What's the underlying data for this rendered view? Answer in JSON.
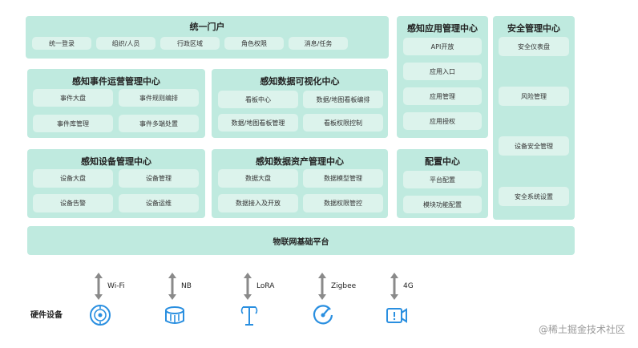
{
  "portal": {
    "title": "统一门户",
    "items": [
      "统一登录",
      "组织/人员",
      "行政区域",
      "角色权限",
      "消息/任务"
    ]
  },
  "event_center": {
    "title": "感知事件运营管理中心",
    "items": [
      "事件大盘",
      "事件规则编排",
      "事件库管理",
      "事件多端处置"
    ]
  },
  "visual_center": {
    "title": "感知数据可视化中心",
    "items": [
      "看板中心",
      "数据/地图看板编排",
      "数据/地图看板管理",
      "看板权限控制"
    ]
  },
  "device_center": {
    "title": "感知设备管理中心",
    "items": [
      "设备大盘",
      "设备管理",
      "设备告警",
      "设备运维"
    ]
  },
  "asset_center": {
    "title": "感知数据资产管理中心",
    "items": [
      "数据大盘",
      "数据模型管理",
      "数据接入及开放",
      "数据权限管控"
    ]
  },
  "app_center": {
    "title": "感知应用管理中心",
    "items": [
      "API开放",
      "应用入口",
      "应用管理",
      "应用授权"
    ]
  },
  "config_center": {
    "title": "配置中心",
    "items": [
      "平台配置",
      "模块功能配置"
    ]
  },
  "security_center": {
    "title": "安全管理中心",
    "items": [
      "安全仪表盘",
      "风险管理",
      "设备安全管理",
      "安全系统设置"
    ]
  },
  "platform": {
    "title": "物联网基础平台"
  },
  "hardware": {
    "label": "硬件设备",
    "protocols": [
      {
        "label": "Wi-Fi",
        "icon": "router-icon"
      },
      {
        "label": "NB",
        "icon": "meter-icon"
      },
      {
        "label": "LoRA",
        "icon": "antenna-icon"
      },
      {
        "label": "Zigbee",
        "icon": "gauge-icon"
      },
      {
        "label": "4G",
        "icon": "camera-icon"
      }
    ]
  },
  "watermark": "@稀土掘金技术社区",
  "colors": {
    "panel": "#bfeadf",
    "chip": "#dcf3ec",
    "icon": "#2a8fe0",
    "arrow": "#8a8a8a"
  }
}
